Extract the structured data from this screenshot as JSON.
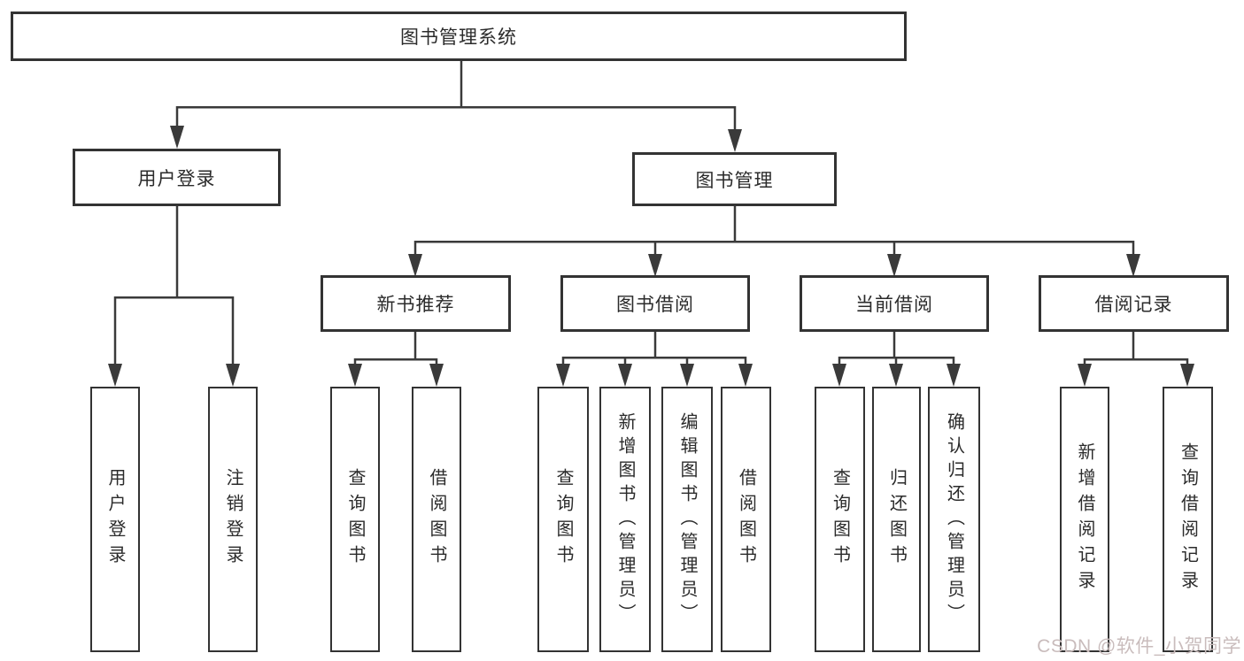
{
  "nodes": {
    "root": "图书管理系统",
    "level2": [
      "用户登录",
      "图书管理"
    ],
    "level3": [
      "新书推荐",
      "图书借阅",
      "当前借阅",
      "借阅记录"
    ],
    "user_children": [
      "用户登录",
      "注销登录"
    ],
    "recommend_children": [
      "查询图书",
      "借阅图书"
    ],
    "borrow_children": [
      "查询图书",
      "新增图书（管理员）",
      "编辑图书（管理员）",
      "借阅图书"
    ],
    "current_children": [
      "查询图书",
      "归还图书",
      "确认归还（管理员）"
    ],
    "record_children": [
      "新增借阅记录",
      "查询借阅记录"
    ]
  },
  "colors": {
    "line": "#3a3a3a",
    "border": "#333333",
    "fill": "#ffffff",
    "text": "#2b2b2b",
    "watermark": "#c9bcbc"
  },
  "watermark": "CSDN @软件_小贺同学"
}
